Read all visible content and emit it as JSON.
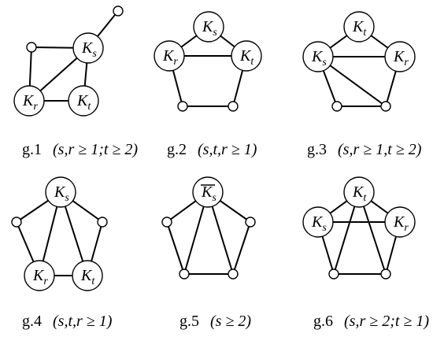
{
  "figure": {
    "graphs": [
      {
        "id": "g1",
        "caption": {
          "name": "g.1",
          "condition": "(s,r ≥ 1;t ≥ 2)"
        },
        "labels": {
          "A": {
            "letter": "K",
            "sub": "s",
            "bar": false
          },
          "B": {
            "letter": "K",
            "sub": "r",
            "bar": false
          },
          "C": {
            "letter": "K",
            "sub": "t",
            "bar": false
          }
        }
      },
      {
        "id": "g2",
        "caption": {
          "name": "g.2",
          "condition": "(s,t,r ≥ 1)"
        },
        "labels": {
          "A": {
            "letter": "K",
            "sub": "s",
            "bar": false
          },
          "B": {
            "letter": "K",
            "sub": "r",
            "bar": false
          },
          "C": {
            "letter": "K",
            "sub": "t",
            "bar": false
          }
        }
      },
      {
        "id": "g3",
        "caption": {
          "name": "g.3",
          "condition": "(s,r ≥ 1,t ≥ 2)"
        },
        "labels": {
          "A": {
            "letter": "K",
            "sub": "t",
            "bar": false
          },
          "B": {
            "letter": "K",
            "sub": "s",
            "bar": false
          },
          "C": {
            "letter": "K",
            "sub": "r",
            "bar": false
          }
        }
      },
      {
        "id": "g4",
        "caption": {
          "name": "g.4",
          "condition": "(s,t,r ≥ 1)"
        },
        "labels": {
          "A": {
            "letter": "K",
            "sub": "s",
            "bar": false
          },
          "B": {
            "letter": "K",
            "sub": "r",
            "bar": false
          },
          "C": {
            "letter": "K",
            "sub": "t",
            "bar": false
          }
        }
      },
      {
        "id": "g5",
        "caption": {
          "name": "g.5",
          "condition": "(s ≥ 2)"
        },
        "labels": {
          "A": {
            "letter": "K",
            "sub": "s",
            "bar": true
          }
        }
      },
      {
        "id": "g6",
        "caption": {
          "name": "g.6",
          "condition": "(s,r ≥ 2;t ≥ 1)"
        },
        "labels": {
          "A": {
            "letter": "K",
            "sub": "t",
            "bar": false
          },
          "B": {
            "letter": "K",
            "sub": "s",
            "bar": false
          },
          "C": {
            "letter": "K",
            "sub": "r",
            "bar": false
          }
        }
      }
    ]
  }
}
